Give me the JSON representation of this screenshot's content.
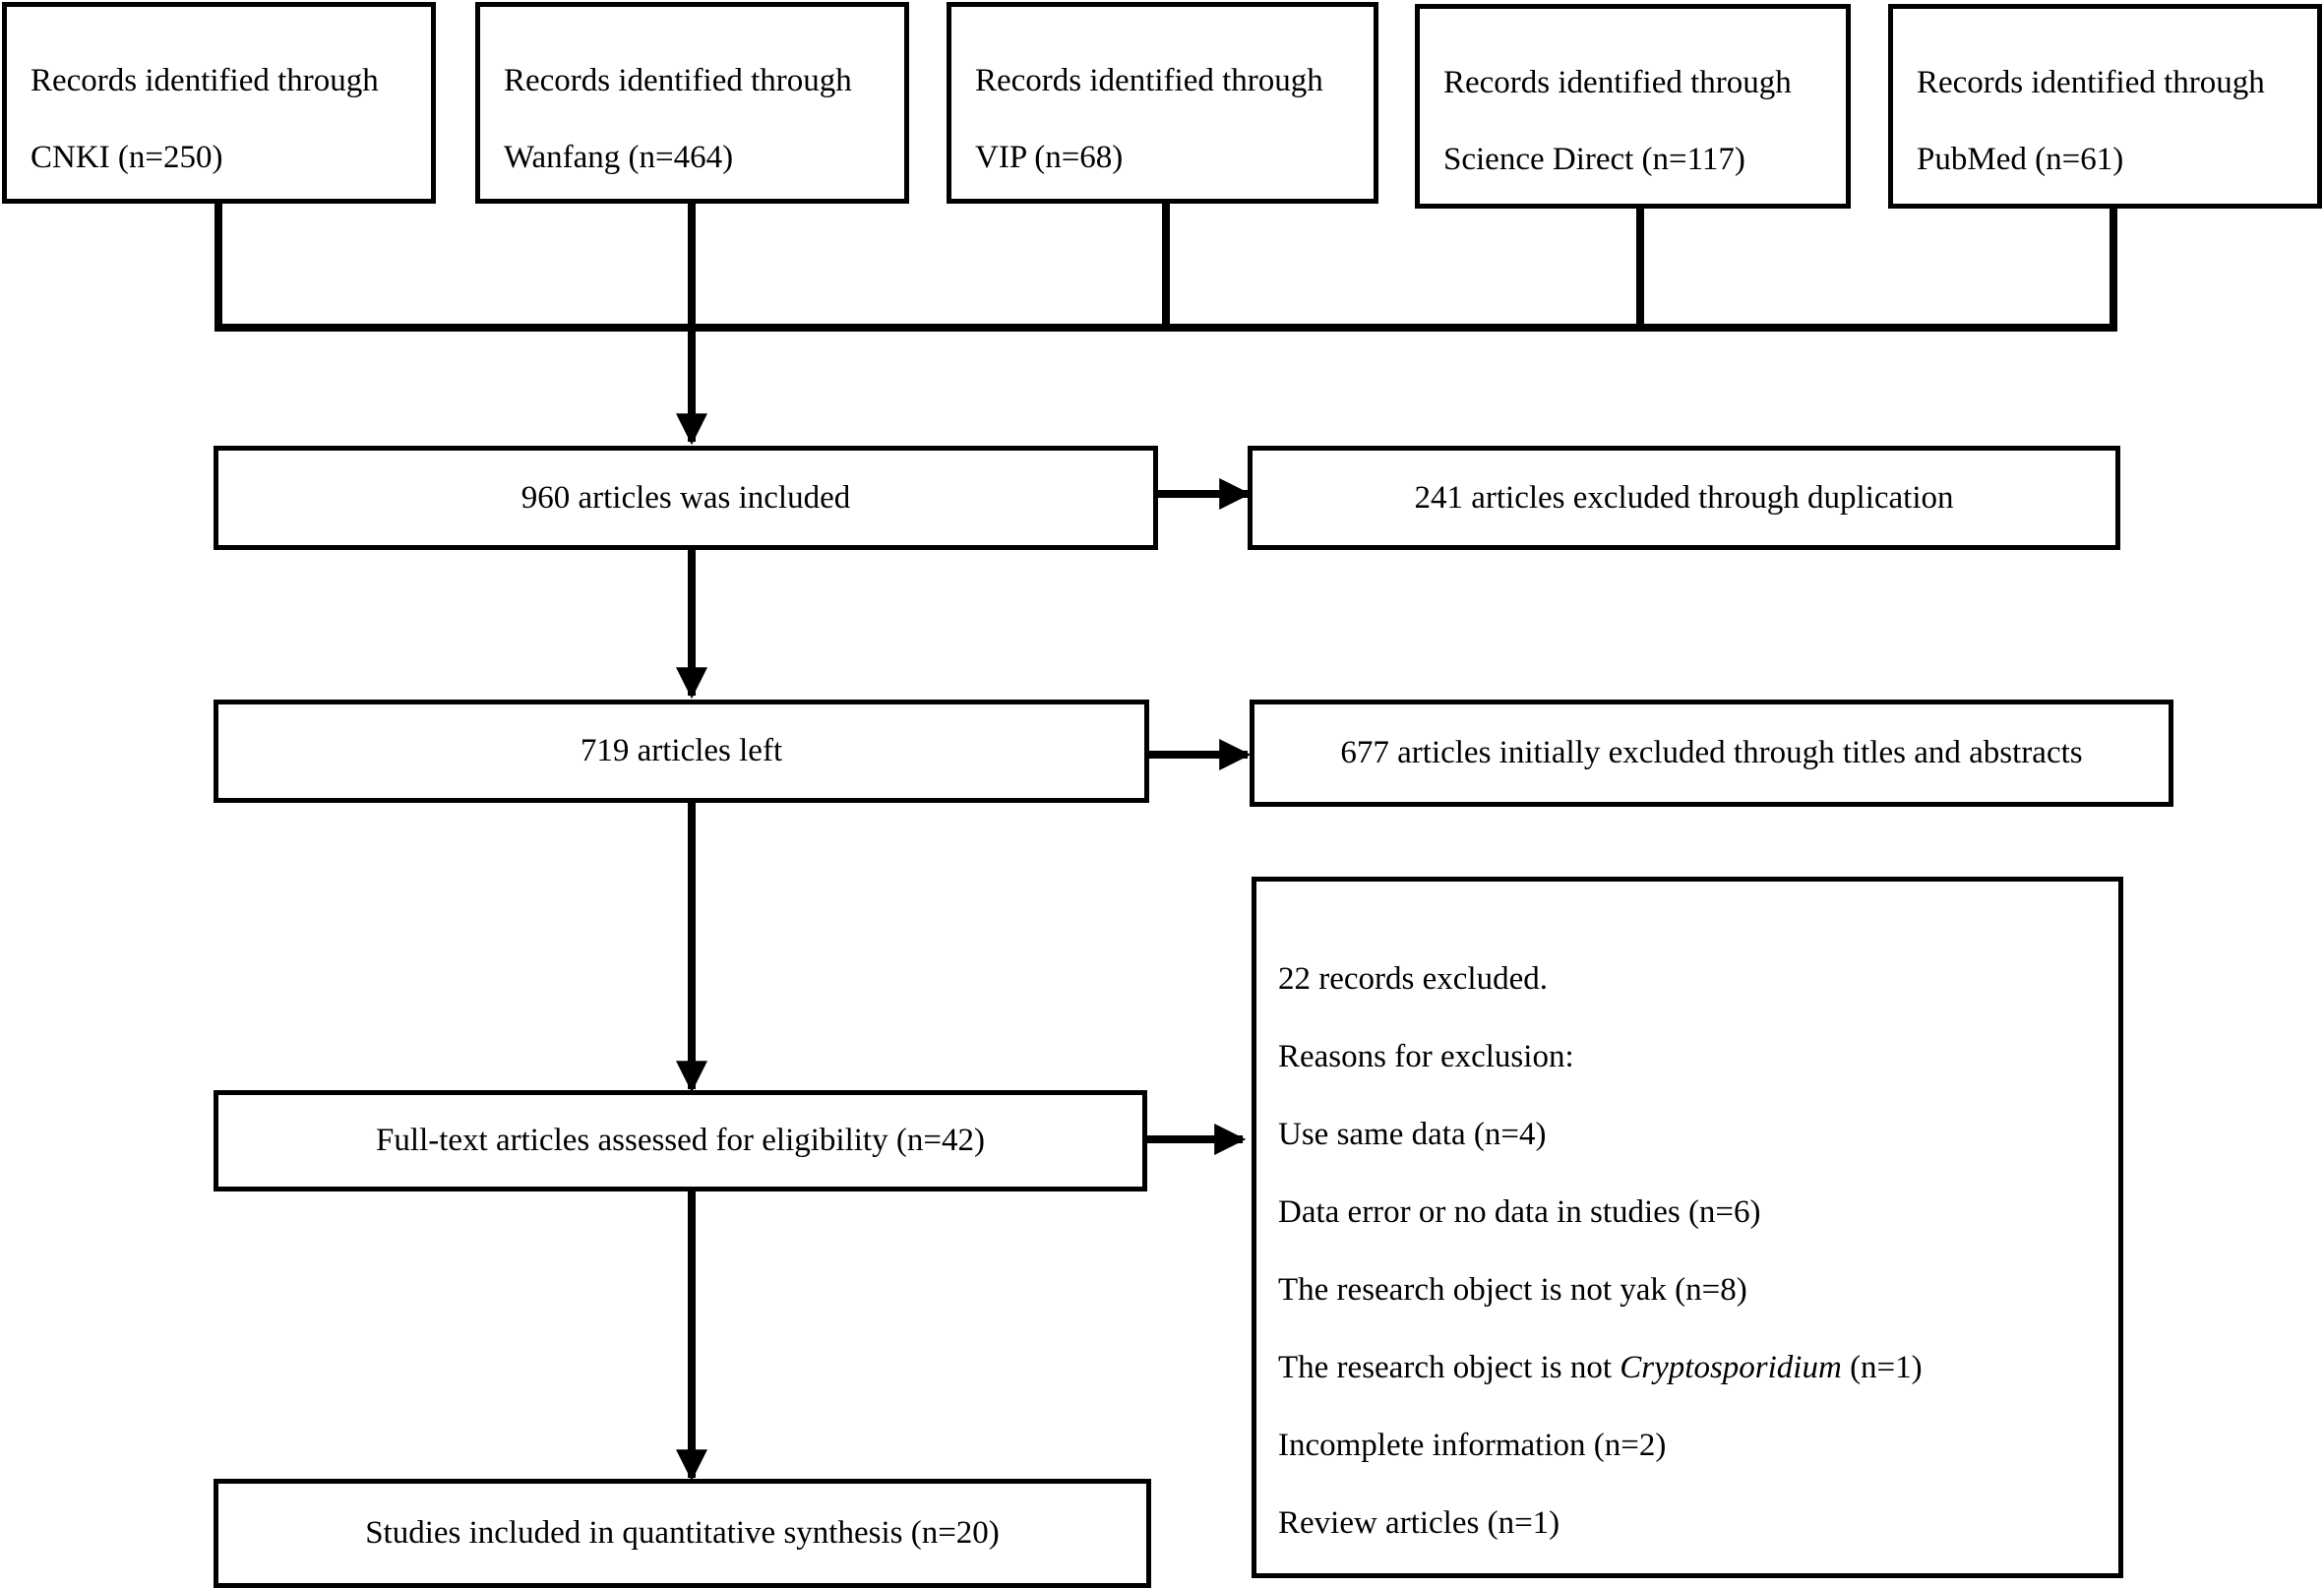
{
  "sources": [
    {
      "line1": "Records identified through",
      "line2": "CNKI  (n=250)"
    },
    {
      "line1": "Records identified through",
      "line2": "Wanfang (n=464)"
    },
    {
      "line1": "Records identified through",
      "line2": "VIP  (n=68)"
    },
    {
      "line1": "Records identified through",
      "line2": "Science Direct  (n=117)"
    },
    {
      "line1": "Records identified through",
      "line2": "PubMed (n=61)"
    }
  ],
  "steps": {
    "included": "960  articles was included",
    "excluded_duplication": "241  articles  excluded  through duplication",
    "left": "719  articles left",
    "excluded_titles": "677  articles initially  excluded  through titles and abstracts",
    "fulltext": "Full-text  articles  assessed for eligibility  (n=42)",
    "final": "Studies included in quantitative synthesis (n=20)"
  },
  "exclusion": {
    "header": "22  records excluded.",
    "reasons_label": "Reasons for exclusion:",
    "reasons": [
      "Use same  data (n=4)",
      "Data error  or no data in studies  (n=6)",
      "The research object is not yak (n=8)",
      "Incomplete information  (n=2)",
      "Review articles  (n=1)"
    ],
    "crypto_prefix": "The research object is not ",
    "crypto_name": "Cryptosporidium",
    "crypto_suffix": " (n=1)"
  }
}
